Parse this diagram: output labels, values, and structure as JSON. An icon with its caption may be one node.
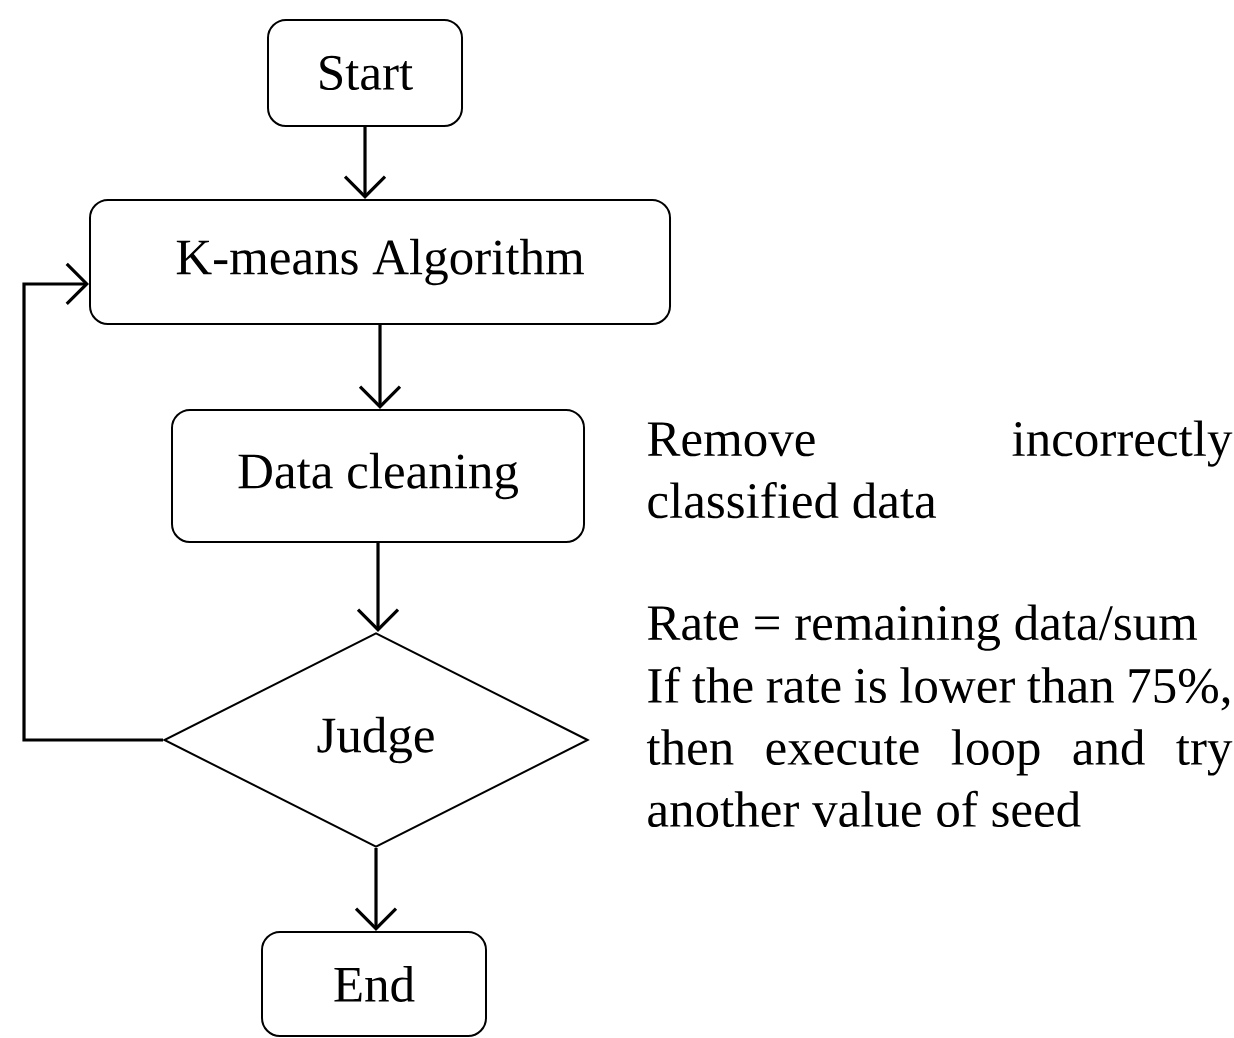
{
  "diagram": {
    "nodes": [
      {
        "text": [
          "Start"
        ]
      },
      {
        "text": [
          "K-means Algorithm"
        ]
      },
      {
        "text": [
          "Data cleaning"
        ],
        "beside": [
          "Remove incorrectly classified data"
        ]
      },
      {
        "text": [
          "Judge"
        ],
        "beside": [
          "Rate = remaining data/sum",
          "If the rate is lower than 75%, then execute loop and try another value of seed"
        ]
      },
      {
        "text": [
          "End"
        ]
      }
    ],
    "edges": [
      {
        "from": 0,
        "to": 1,
        "arrow": "to"
      },
      {
        "from": 1,
        "to": 2,
        "arrow": "to"
      },
      {
        "from": 2,
        "to": 3,
        "arrow": "to"
      },
      {
        "from": 3,
        "to": 4,
        "arrow": "to"
      },
      {
        "from": 3,
        "to": 1,
        "arrow": "to"
      }
    ]
  }
}
